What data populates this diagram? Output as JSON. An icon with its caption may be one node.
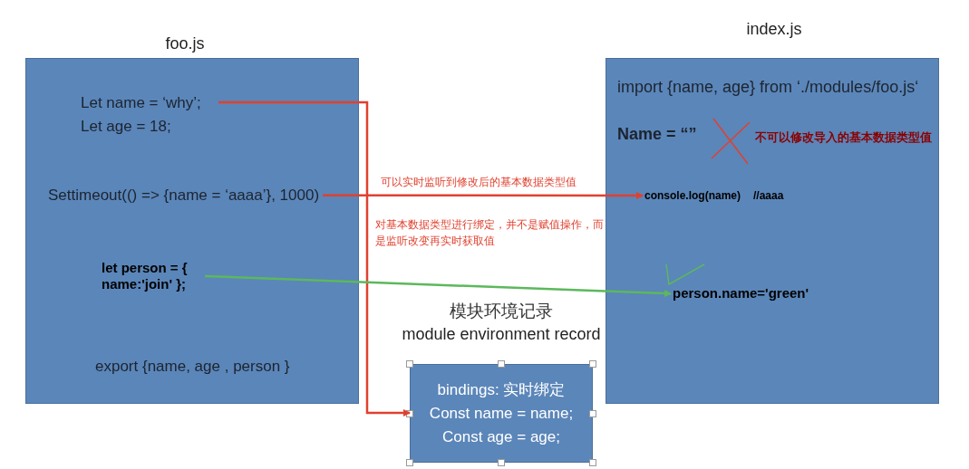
{
  "diagram": {
    "nodes": [
      {
        "text": [
          "foo.js",
          "export {name, age , person }"
        ]
      },
      {
        "text": [
          "Let name = ‘why’; Let age = 18;"
        ],
        "in": 0
      },
      {
        "text": [
          "Settimeout(() => {name = ‘aaaa’}, 1000)"
        ],
        "in": 0
      },
      {
        "text": [
          "let person = { name:'join' };"
        ],
        "in": 0
      },
      {
        "text": [
          "index.js",
          "import {name, age} from ‘./modules/foo.js‘",
          "Name = “”",
          "不可以修改导入的基本数据类型值"
        ]
      },
      {
        "text": [
          "console.log(name)",
          "//aaaa"
        ],
        "in": 4
      },
      {
        "text": [
          "person.name='green'"
        ],
        "in": 4
      },
      {
        "text": [
          "模块环境记录",
          "module environment record",
          "bindings: 实时绑定",
          "Const name = name;",
          "Const age = age;"
        ]
      }
    ],
    "edges": [
      {
        "from": 1,
        "to": 7,
        "arrow": "to",
        "color": "#e0412f",
        "label": "对基本数据类型进行绑定，并不是赋值操作，而是监听改变再实时获取值"
      },
      {
        "from": 2,
        "to": 5,
        "arrow": "to",
        "color": "#e0412f",
        "label": "可以实时监听到修改后的基本数据类型值"
      },
      {
        "from": 3,
        "to": 6,
        "arrow": "to",
        "color": "#5cb85c"
      }
    ]
  }
}
